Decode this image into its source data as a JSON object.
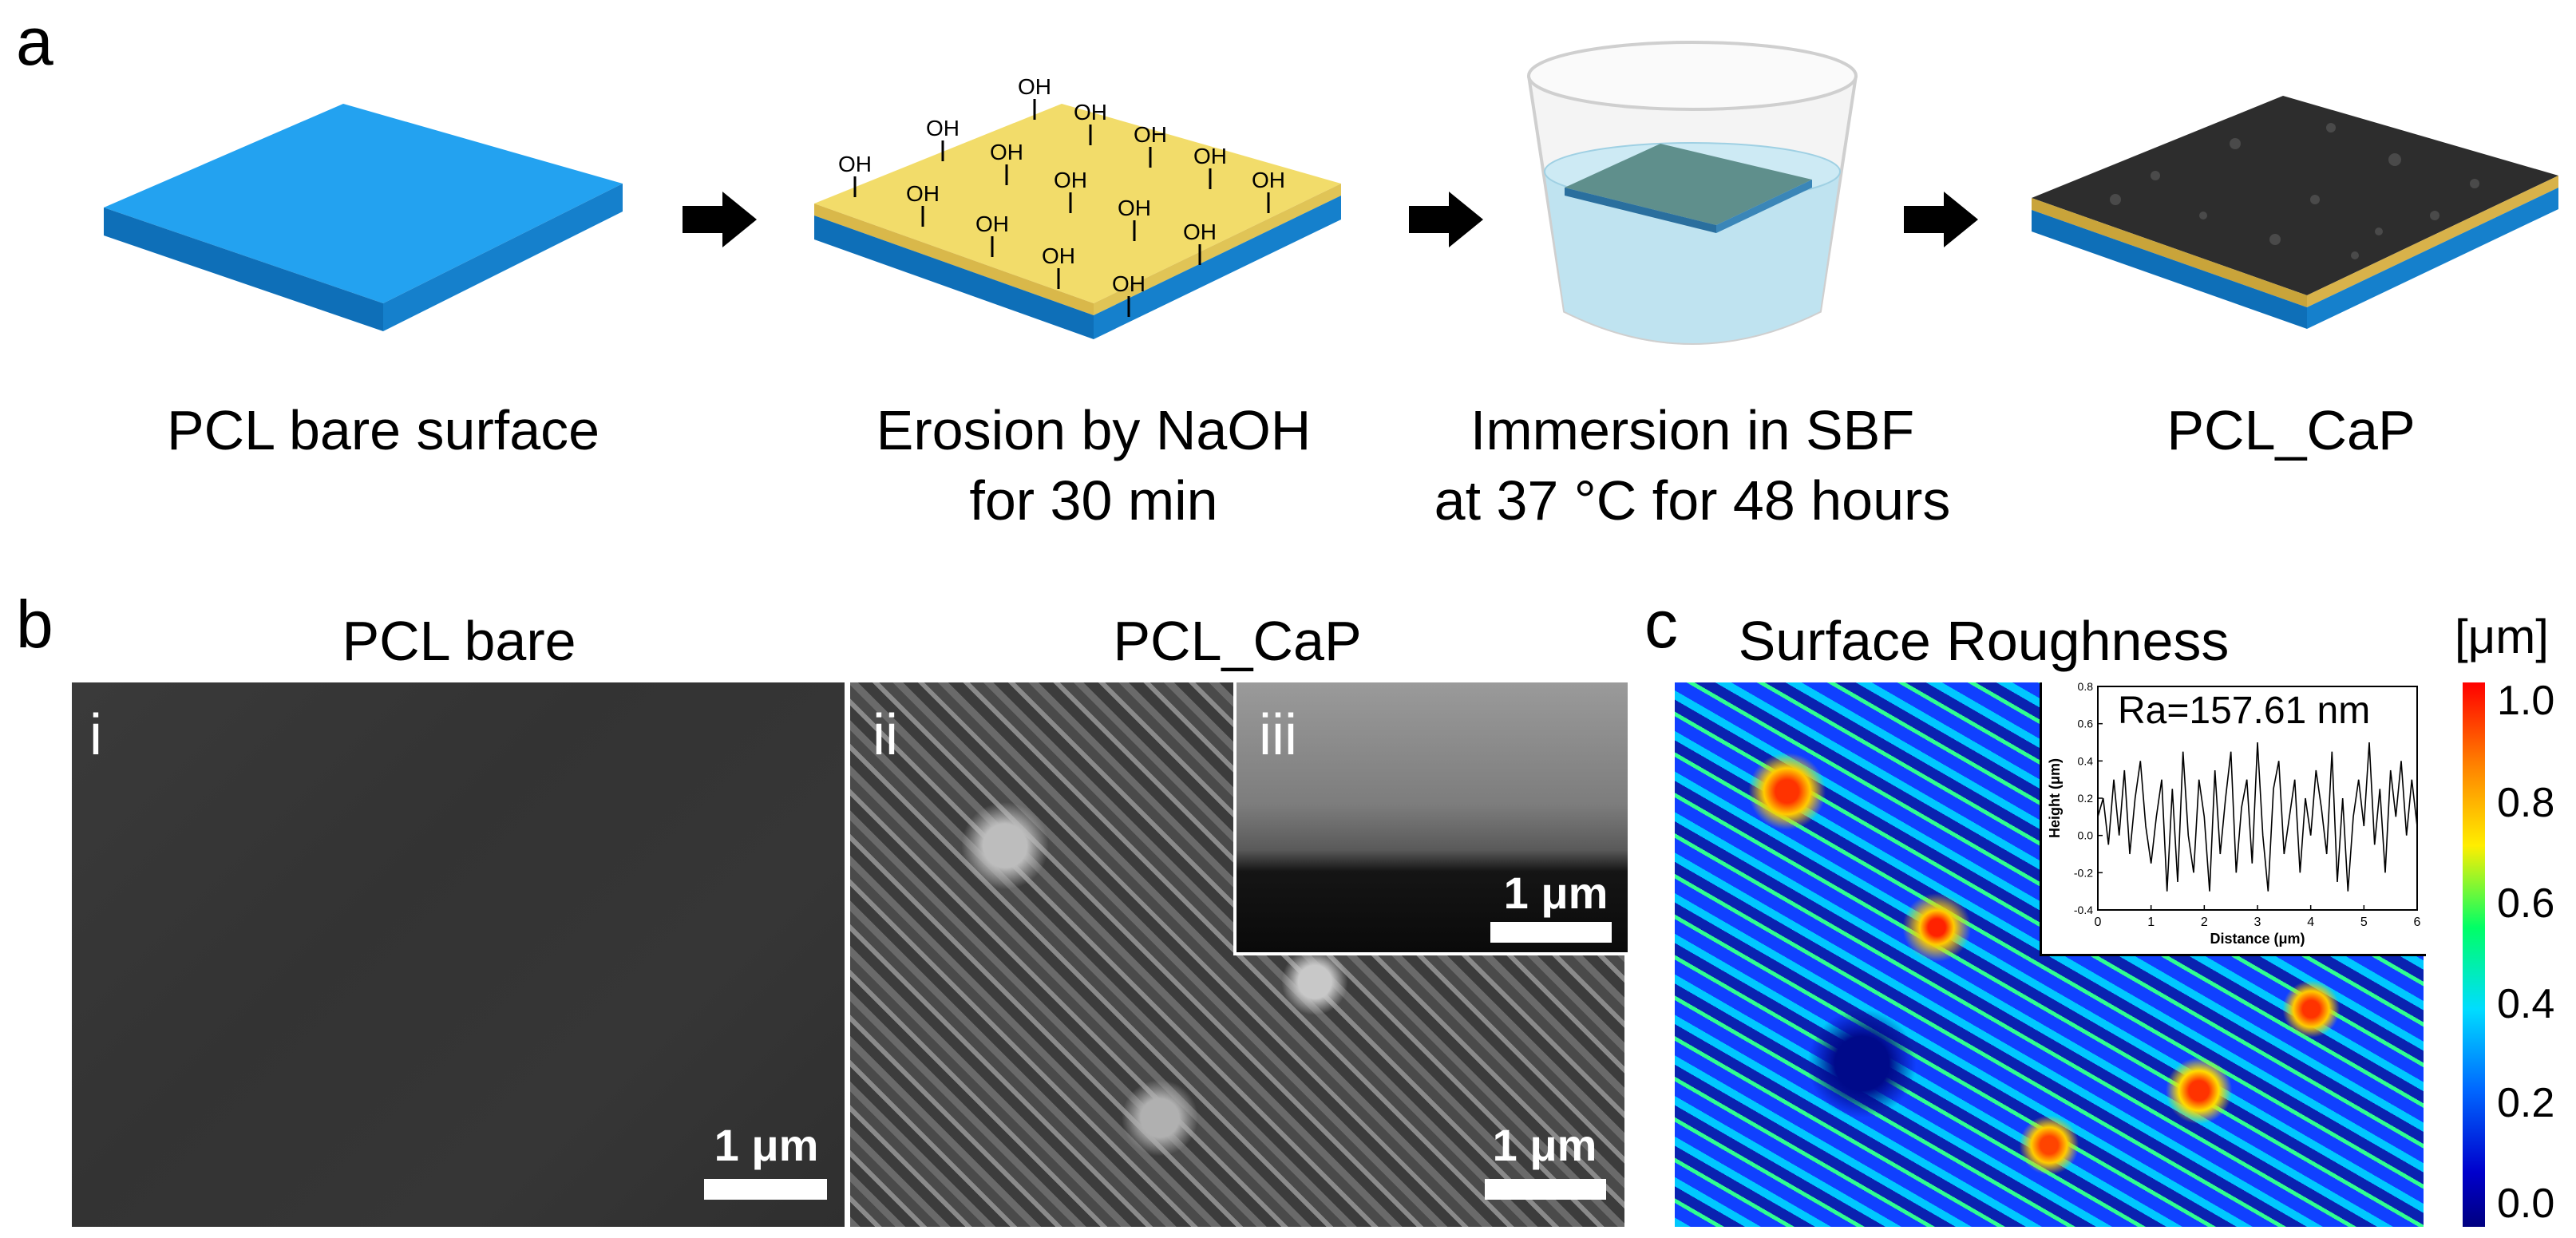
{
  "panels": {
    "a": {
      "letter": "a",
      "steps": [
        {
          "label": "PCL bare surface"
        },
        {
          "label": "Erosion by NaOH\nfor 30 min",
          "group": "OH"
        },
        {
          "label": "Immersion in SBF\nat 37 °C for 48 hours"
        },
        {
          "label": "PCL_CaP"
        }
      ]
    },
    "b": {
      "letter": "b",
      "title_left": "PCL bare",
      "title_right": "PCL_CaP",
      "images": [
        {
          "label": "i",
          "scale": "1 μm"
        },
        {
          "label": "ii",
          "scale": "1 μm"
        },
        {
          "label": "iii",
          "scale": "1 μm"
        }
      ]
    },
    "c": {
      "letter": "c",
      "title": "Surface Roughness",
      "colorbar": {
        "unit": "[μm]",
        "ticks": [
          "1.0",
          "0.8",
          "0.6",
          "0.4",
          "0.2",
          "0.0"
        ],
        "colors": [
          "#ff0000",
          "#ffcc00",
          "#00ff66",
          "#00bfff",
          "#0033ff",
          "#000080"
        ]
      },
      "inset": {
        "ra_text": "Ra=157.61 nm",
        "xlabel": "Distance (μm)",
        "ylabel": "Height (μm)",
        "xticks": [
          "0",
          "1",
          "2",
          "3",
          "4",
          "5",
          "6"
        ],
        "yticks": [
          "0.8",
          "0.6",
          "0.4",
          "0.2",
          "0.0",
          "-0.2",
          "-0.4"
        ],
        "xlim": [
          0,
          6
        ],
        "ylim": [
          -0.4,
          0.8
        ]
      }
    }
  },
  "colors": {
    "pcl_blue": "#1a8fe0",
    "naoh_yellow": "#f2dc6a",
    "sbf_water": "#bfe3f0",
    "cap_dark": "#2a2a2a"
  },
  "chart_data": {
    "type": "line",
    "title": "Ra=157.61 nm",
    "xlabel": "Distance (μm)",
    "ylabel": "Height (μm)",
    "xlim": [
      0,
      6
    ],
    "ylim": [
      -0.4,
      0.8
    ],
    "x": [
      0,
      0.1,
      0.2,
      0.3,
      0.4,
      0.5,
      0.6,
      0.7,
      0.8,
      0.9,
      1.0,
      1.1,
      1.2,
      1.3,
      1.4,
      1.5,
      1.6,
      1.7,
      1.8,
      1.9,
      2.0,
      2.1,
      2.2,
      2.3,
      2.4,
      2.5,
      2.6,
      2.7,
      2.8,
      2.9,
      3.0,
      3.1,
      3.2,
      3.3,
      3.4,
      3.5,
      3.6,
      3.7,
      3.8,
      3.9,
      4.0,
      4.1,
      4.2,
      4.3,
      4.4,
      4.5,
      4.6,
      4.7,
      4.8,
      4.9,
      5.0,
      5.1,
      5.2,
      5.3,
      5.4,
      5.5,
      5.6,
      5.7,
      5.8,
      5.9,
      6.0
    ],
    "y": [
      0.1,
      0.2,
      -0.05,
      0.3,
      0.0,
      0.35,
      -0.1,
      0.2,
      0.4,
      0.05,
      -0.15,
      0.1,
      0.3,
      -0.3,
      0.25,
      -0.25,
      0.45,
      0.0,
      -0.2,
      0.3,
      0.1,
      -0.3,
      0.35,
      -0.1,
      0.2,
      0.45,
      -0.2,
      0.15,
      0.3,
      -0.15,
      0.5,
      0.0,
      -0.3,
      0.25,
      0.4,
      -0.1,
      0.1,
      0.3,
      -0.2,
      0.2,
      0.0,
      0.35,
      0.15,
      -0.1,
      0.45,
      -0.25,
      0.2,
      -0.3,
      0.1,
      0.3,
      0.05,
      0.5,
      -0.05,
      0.25,
      -0.2,
      0.35,
      0.1,
      0.4,
      0.0,
      0.3,
      0.05
    ],
    "grid": false
  }
}
